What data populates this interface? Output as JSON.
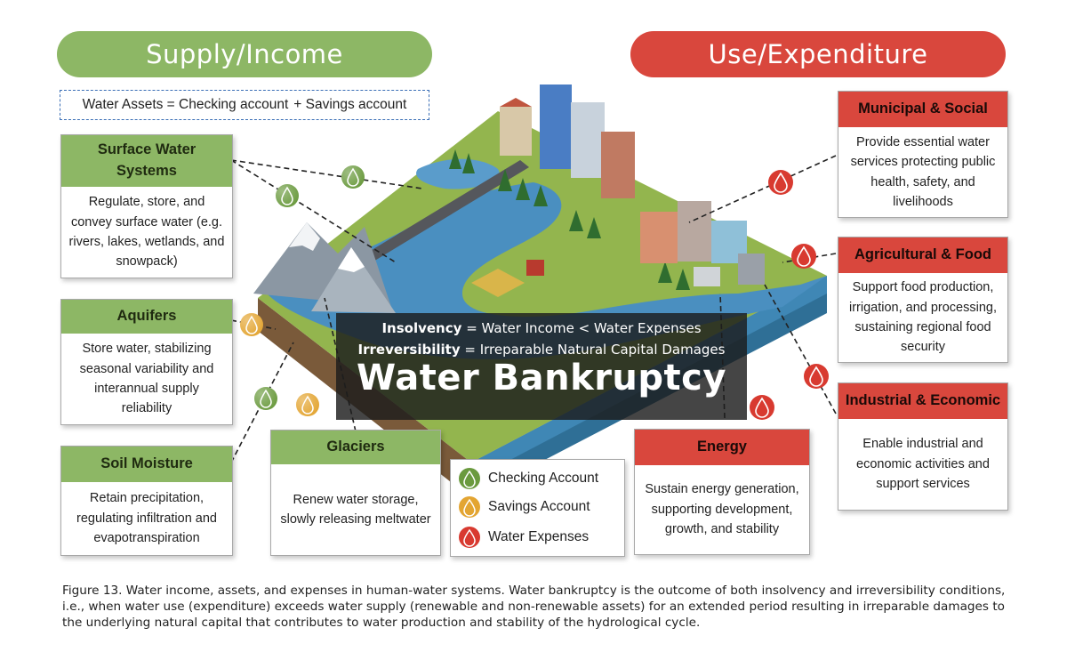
{
  "headers": {
    "supply": "Supply/Income",
    "use": "Use/Expenditure"
  },
  "assets": {
    "left": "Water Assets = Checking account",
    "right": "+ Savings account"
  },
  "supply_cards": [
    {
      "title": "Surface Water Systems",
      "body": "Regulate, store, and convey surface water (e.g. rivers, lakes, wetlands, and snowpack)"
    },
    {
      "title": "Aquifers",
      "body": "Store water, stabilizing seasonal variability and interannual supply reliability"
    },
    {
      "title": "Soil Moisture",
      "body": "Retain precipitation, regulating infiltration and evapotranspiration"
    },
    {
      "title": "Glaciers",
      "body": "Renew water storage, slowly releasing meltwater"
    }
  ],
  "use_cards": [
    {
      "title": "Municipal & Social",
      "body": "Provide essential water services protecting public health, safety, and livelihoods"
    },
    {
      "title": "Agricultural & Food",
      "body": "Support food production, irrigation, and processing, sustaining regional food security"
    },
    {
      "title": "Industrial & Economic",
      "body": "Enable industrial and economic activities and support services"
    },
    {
      "title": "Energy",
      "body": "Sustain energy generation, supporting development, growth, and stability"
    }
  ],
  "overlay": {
    "insolvency_term": "Insolvency",
    "insolvency_def": "= Water Income < Water Expenses",
    "irreversibility_term": "Irreversibility",
    "irreversibility_def": "= Irreparable Natural Capital Damages",
    "title": "Water Bankruptcy"
  },
  "legend": [
    {
      "label": "Checking Account",
      "color": "#6a9a3e",
      "icon": "green-drop-coin-icon"
    },
    {
      "label": "Savings Account",
      "color": "#e3a532",
      "icon": "yellow-drop-coin-icon"
    },
    {
      "label": "Water Expenses",
      "color": "#d83a30",
      "icon": "red-drop-icon"
    }
  ],
  "caption": {
    "label": "Figure 13.",
    "text": "Water income, assets, and expenses in human-water systems. Water bankruptcy is the outcome of both insolvency and irreversibility conditions, i.e., when water use (expenditure) exceeds water supply (renewable and non-renewable assets) for an extended period resulting in irreparable damages to the underlying natural capital that contributes to water production and stability of the hydrological cycle."
  }
}
